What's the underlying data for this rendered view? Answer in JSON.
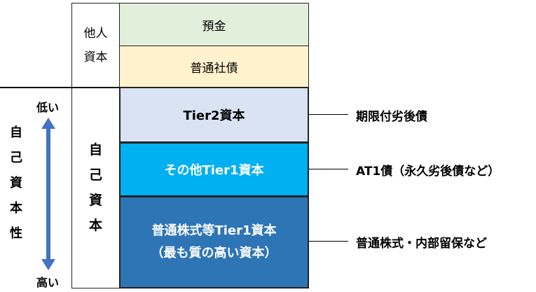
{
  "colors": {
    "deposits": "#e2efda",
    "bonds": "#fff2cc",
    "tier2": "#dae3f3",
    "other_tier1": "#00b0f0",
    "common_tier1": "#2e75b6",
    "arrow": "#4472c4"
  },
  "other_capital": {
    "label_line1": "他人",
    "label_line2": "資本",
    "items": [
      "預金",
      "普通社債"
    ]
  },
  "equity": {
    "label_chars": [
      "自",
      "己",
      "資",
      "本"
    ],
    "tier2": "Tier2資本",
    "other_tier1": "その他Tier1資本",
    "common_tier1_line1": "普通株式等Tier1資本",
    "common_tier1_line2": "（最も質の高い資本）"
  },
  "axis": {
    "title_chars": [
      "自",
      "己",
      "資",
      "本",
      "性"
    ],
    "low": "低い",
    "high": "高い"
  },
  "annotations": {
    "tier2": "期限付劣後債",
    "other_tier1": "AT1債（永久劣後債など）",
    "common_tier1": "普通株式・内部留保など"
  }
}
